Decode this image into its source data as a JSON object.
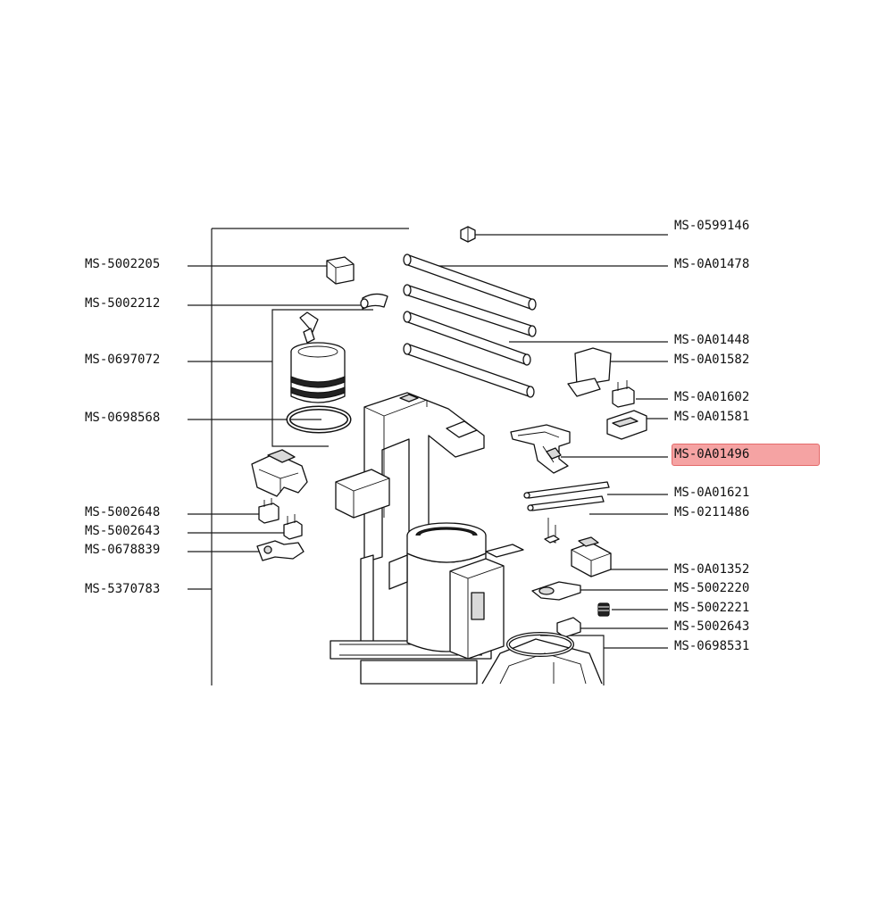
{
  "highlight_color": "#f5a3a3",
  "labels_left": [
    "MS-5002205",
    "MS-5002212",
    "MS-0697072",
    "MS-0698568",
    "MS-5002648",
    "MS-5002643",
    "MS-0678839",
    "MS-5370783"
  ],
  "labels_right": [
    "MS-0599146",
    "MS-0A01478",
    "MS-0A01448",
    "MS-0A01582",
    "MS-0A01602",
    "MS-0A01581",
    "MS-0A01496",
    "MS-0A01621",
    "MS-0211486",
    "MS-0A01352",
    "MS-5002220",
    "MS-5002221",
    "MS-5002643",
    "MS-0698531"
  ],
  "selected_label": "MS-0A01496"
}
